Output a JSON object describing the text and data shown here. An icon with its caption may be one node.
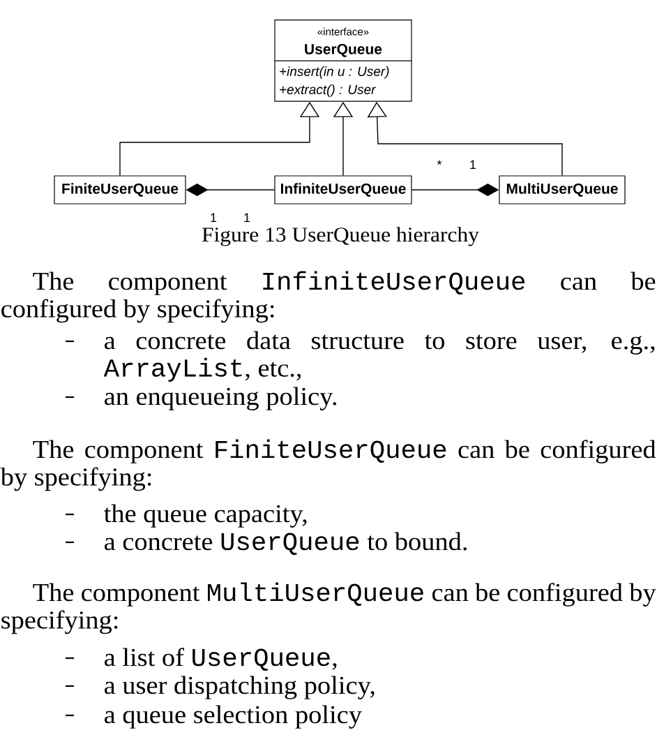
{
  "diagram": {
    "caption": "Figure 13 UserQueue hierarchy",
    "nodes": [
      {
        "text": [
          "«interface»",
          "UserQueue",
          "+insert(in u : User)",
          "+extract() : User"
        ]
      },
      {
        "text": [
          "FiniteUserQueue"
        ]
      },
      {
        "text": [
          "InfiniteUserQueue"
        ]
      },
      {
        "text": [
          "MultiUserQueue"
        ]
      }
    ],
    "edges": [
      {
        "from": 1,
        "to": 0,
        "arrow": "to"
      },
      {
        "from": 2,
        "to": 0,
        "arrow": "to"
      },
      {
        "from": 3,
        "to": 0,
        "arrow": "to"
      },
      {
        "from": 1,
        "to": 2,
        "arrow": "other"
      },
      {
        "from": 3,
        "to": 2,
        "arrow": "other"
      }
    ],
    "labels": [
      "*",
      "1",
      "1",
      "1",
      "The component InfiniteUserQueue can be configured by specifying:",
      "a concrete data structure to store user, e.g., ArrayList, etc.,",
      "an enqueueing policy.",
      "The component FiniteUserQueue can be configured by specifying:",
      "the queue capacity,",
      "a concrete UserQueue to bound.",
      "The component MultiUserQueue can be configured by specifying:",
      "a list of UserQueue,",
      "a user dispatching policy,",
      "a queue selection policy"
    ]
  }
}
